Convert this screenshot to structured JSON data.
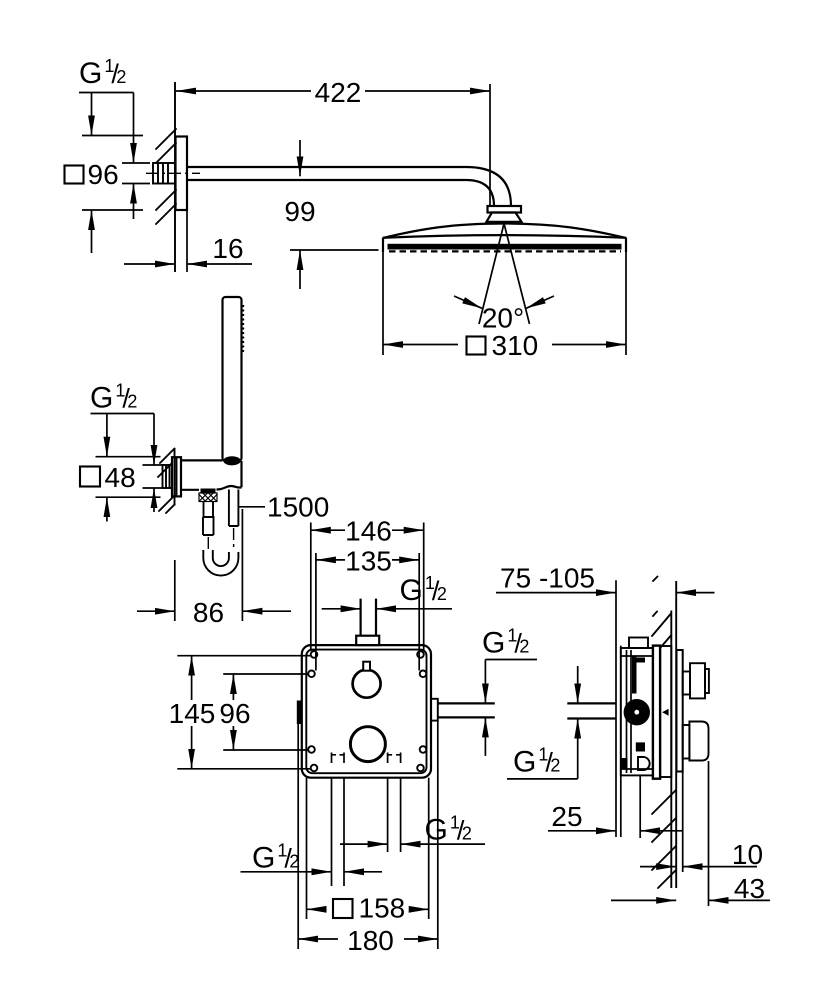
{
  "page": {
    "background": "#ffffff",
    "ink": "#000000",
    "description": "Technical dimensional line drawing of a concealed shower set: head shower with arm, hand shower with wall holder and hose, and concealed thermostat mixer box in front and side views"
  },
  "thread_size": {
    "letter": "G",
    "numerator": "1",
    "slash": "/",
    "denominator": "2"
  },
  "symbols": {
    "square_section": "□",
    "degree": "°"
  },
  "head_shower": {
    "arm_length": "422",
    "drop_to_spray_face": "99",
    "wall_flange_size": "96",
    "flange_depth": "16",
    "head_size": "310",
    "swivel_angle": "20°"
  },
  "hand_shower": {
    "bracket_plate_size": "48",
    "hose_length": "1500",
    "protrusion": "86"
  },
  "mixer_front_view": {
    "fixing_holes_horizontal_outer": "146",
    "fixing_holes_horizontal_inner": "135",
    "fixing_holes_vertical_outer": "145",
    "fixing_holes_vertical_inner": "96",
    "body_size": "158",
    "overall_width": "180"
  },
  "mixer_side_view": {
    "installation_depth_range": "75 -105",
    "rear_connection_offset": "25",
    "plate_to_wall": "10",
    "knob_to_wall": "43"
  }
}
